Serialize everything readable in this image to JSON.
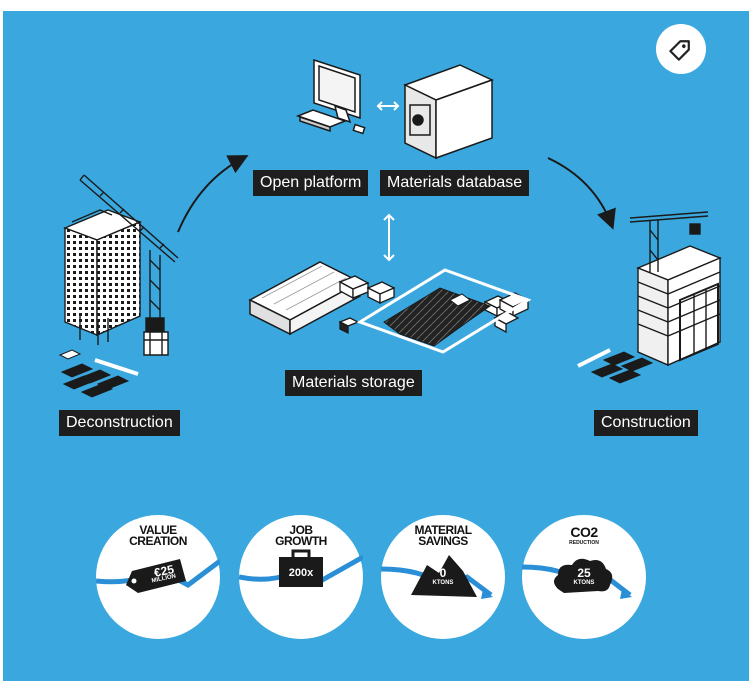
{
  "labels": {
    "open_platform": "Open platform",
    "materials_database": "Materials database",
    "materials_storage": "Materials storage",
    "deconstruction": "Deconstruction",
    "construction": "Construction"
  },
  "stats": [
    {
      "title_line1": "VALUE",
      "title_line2": "CREATION",
      "value": "€25",
      "unit": "MILLION",
      "icon": "price-tag-icon"
    },
    {
      "title_line1": "JOB",
      "title_line2": "GROWTH",
      "value": "200x",
      "unit": "",
      "icon": "briefcase-icon"
    },
    {
      "title_line1": "MATERIAL",
      "title_line2": "SAVINGS",
      "value": "0",
      "unit": "KTONS",
      "icon": "material-pile-icon"
    },
    {
      "title_line1": "CO2",
      "title_line2": "REDUCTION",
      "value": "25",
      "unit": "KTONS",
      "icon": "cloud-icon"
    }
  ],
  "colors": {
    "background": "#3aa8df",
    "label_bg": "#1e1e1e",
    "text_light": "#ffffff",
    "arrow_blue": "#2a8fd6"
  },
  "icons": [
    "tag-icon",
    "computer-icon",
    "server-icon",
    "double-arrow-icon",
    "crane-icon",
    "building-icon",
    "warehouse-icon"
  ]
}
